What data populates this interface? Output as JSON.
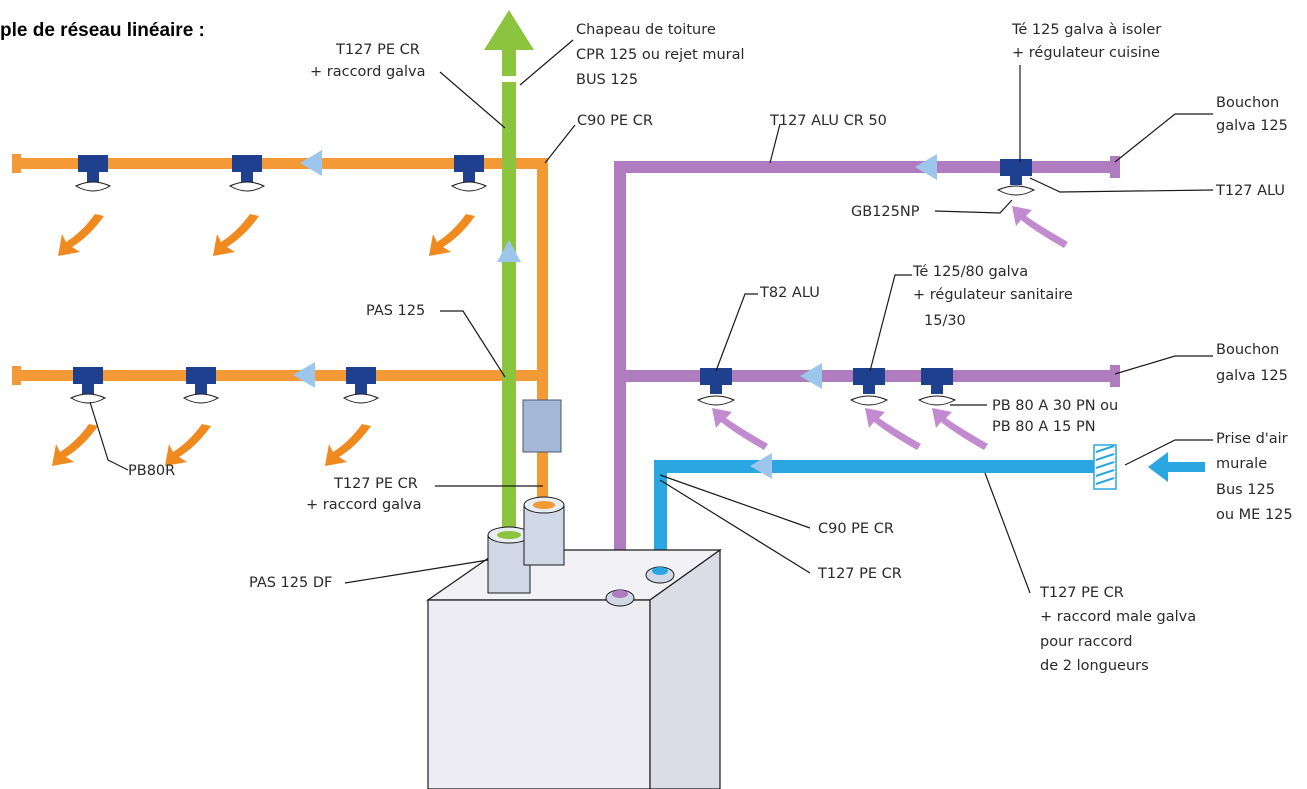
{
  "title": "ple de réseau linéaire :",
  "colors": {
    "orange_duct": "#f39a37",
    "green_duct": "#8cc43f",
    "purple_duct": "#b07cc0",
    "blue_duct": "#2aa6e0",
    "tee": "#1f3f8f",
    "flow_arrow": "#9cc6ec",
    "orange_air": "#f08a1e",
    "purple_air": "#c28bd0",
    "unit": "#ececf2"
  },
  "labels": {
    "roof_cap_1": "Chapeau de toiture",
    "roof_cap_2": "CPR 125 ou rejet mural",
    "roof_cap_3": "BUS 125",
    "t127_top_1": "T127 PE CR",
    "t127_top_2": "+ raccord galva",
    "c90_top": "C90 PE CR",
    "pas125": "PAS 125",
    "t127_low_1": "T127 PE CR",
    "t127_low_2": "+ raccord galva",
    "pas125df": "PAS 125 DF",
    "pb80r": "PB80R",
    "t127alu_cr50": "T127 ALU CR 50",
    "te125_1": "Té 125 galva à isoler",
    "te125_2": "+ régulateur cuisine",
    "bouchon1_1": "Bouchon",
    "bouchon1_2": "galva 125",
    "t127alu": "T127 ALU",
    "gb125np": "GB125NP",
    "t82alu": "T82 ALU",
    "te125_80_1": "Té 125/80 galva",
    "te125_80_2": "+ régulateur sanitaire",
    "te125_80_3": "15/30",
    "bouchon2_1": "Bouchon",
    "bouchon2_2": "galva 125",
    "pb80_1": "PB 80 A 30 PN ou",
    "pb80_2": "PB 80 A 15 PN",
    "prise_1": "Prise d'air",
    "prise_2": "murale",
    "prise_3": "Bus 125",
    "prise_4": "ou ME 125",
    "c90_blue": "C90 PE CR",
    "t127_blue": "T127 PE CR",
    "t127_bottom_1": "T127 PE CR",
    "t127_bottom_2": "+ raccord male galva",
    "t127_bottom_3": "pour raccord",
    "t127_bottom_4": "de 2 longueurs"
  }
}
